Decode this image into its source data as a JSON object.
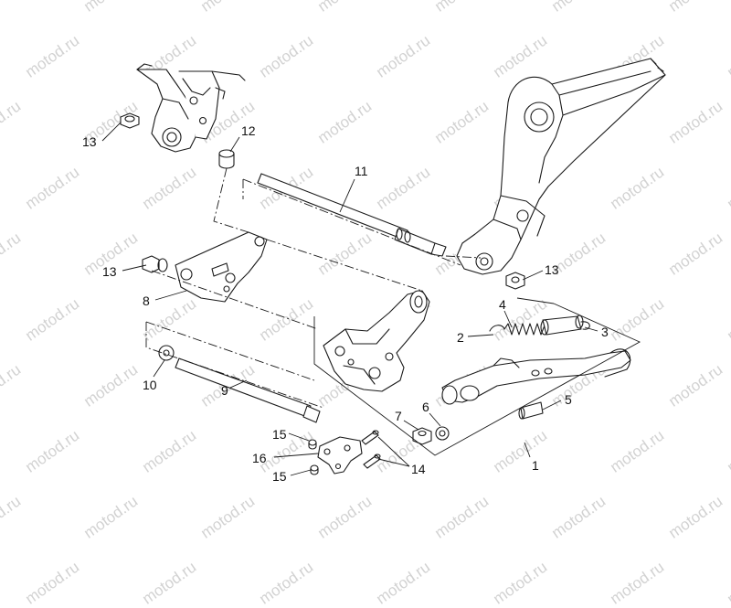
{
  "watermark": "motod.ru",
  "callouts": {
    "c1": "1",
    "c2": "2",
    "c3": "3",
    "c4": "4",
    "c5": "5",
    "c6": "6",
    "c7": "7",
    "c8": "8",
    "c9": "9",
    "c10": "10",
    "c11": "11",
    "c12": "12",
    "c13a": "13",
    "c13b": "13",
    "c13c": "13",
    "c14": "14",
    "c15a": "15",
    "c15b": "15",
    "c16": "16"
  },
  "colors": {
    "line": "#1a1a1a",
    "fill": "#ffffff",
    "shade": "#bcbcbc",
    "watermark": "#d2d2d2"
  }
}
